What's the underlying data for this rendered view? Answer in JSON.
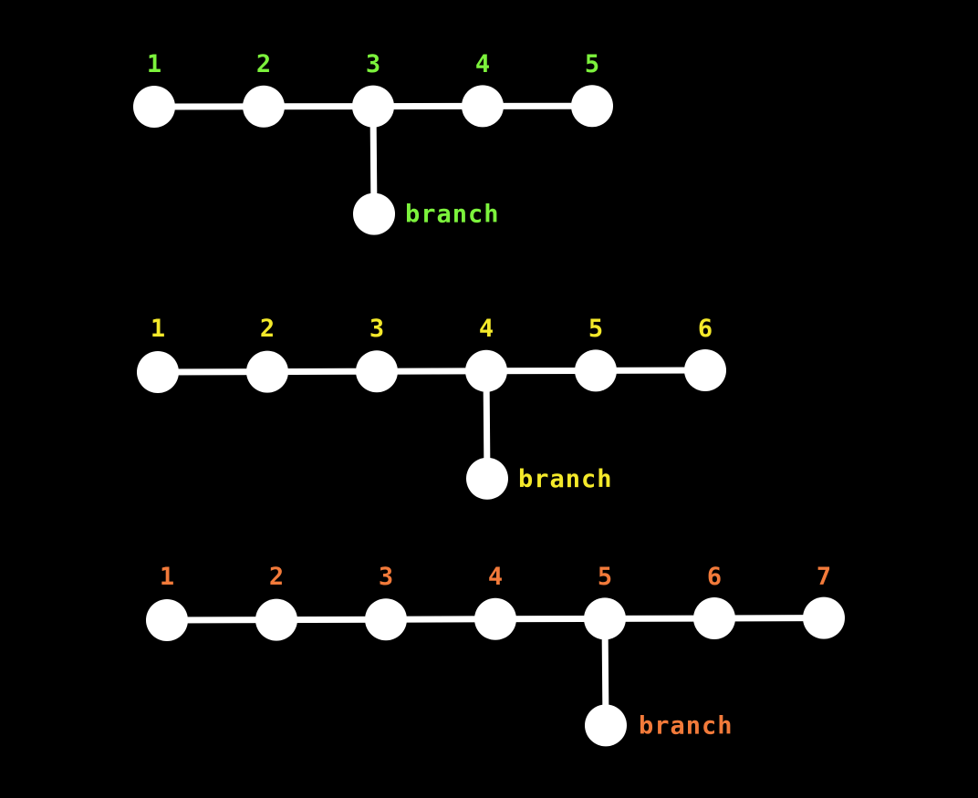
{
  "colors": {
    "background": "#000000",
    "node_fill": "#ffffff",
    "edge": "#ffffff"
  },
  "chains": [
    {
      "label_color": "#7cf23c",
      "node_labels": [
        "1",
        "2",
        "3",
        "4",
        "5"
      ],
      "branch_from": "3",
      "branch_label": "branch"
    },
    {
      "label_color": "#f4e92a",
      "node_labels": [
        "1",
        "2",
        "3",
        "4",
        "5",
        "6"
      ],
      "branch_from": "4",
      "branch_label": "branch"
    },
    {
      "label_color": "#f27a3a",
      "node_labels": [
        "1",
        "2",
        "3",
        "4",
        "5",
        "6",
        "7"
      ],
      "branch_from": "5",
      "branch_label": "branch"
    }
  ]
}
